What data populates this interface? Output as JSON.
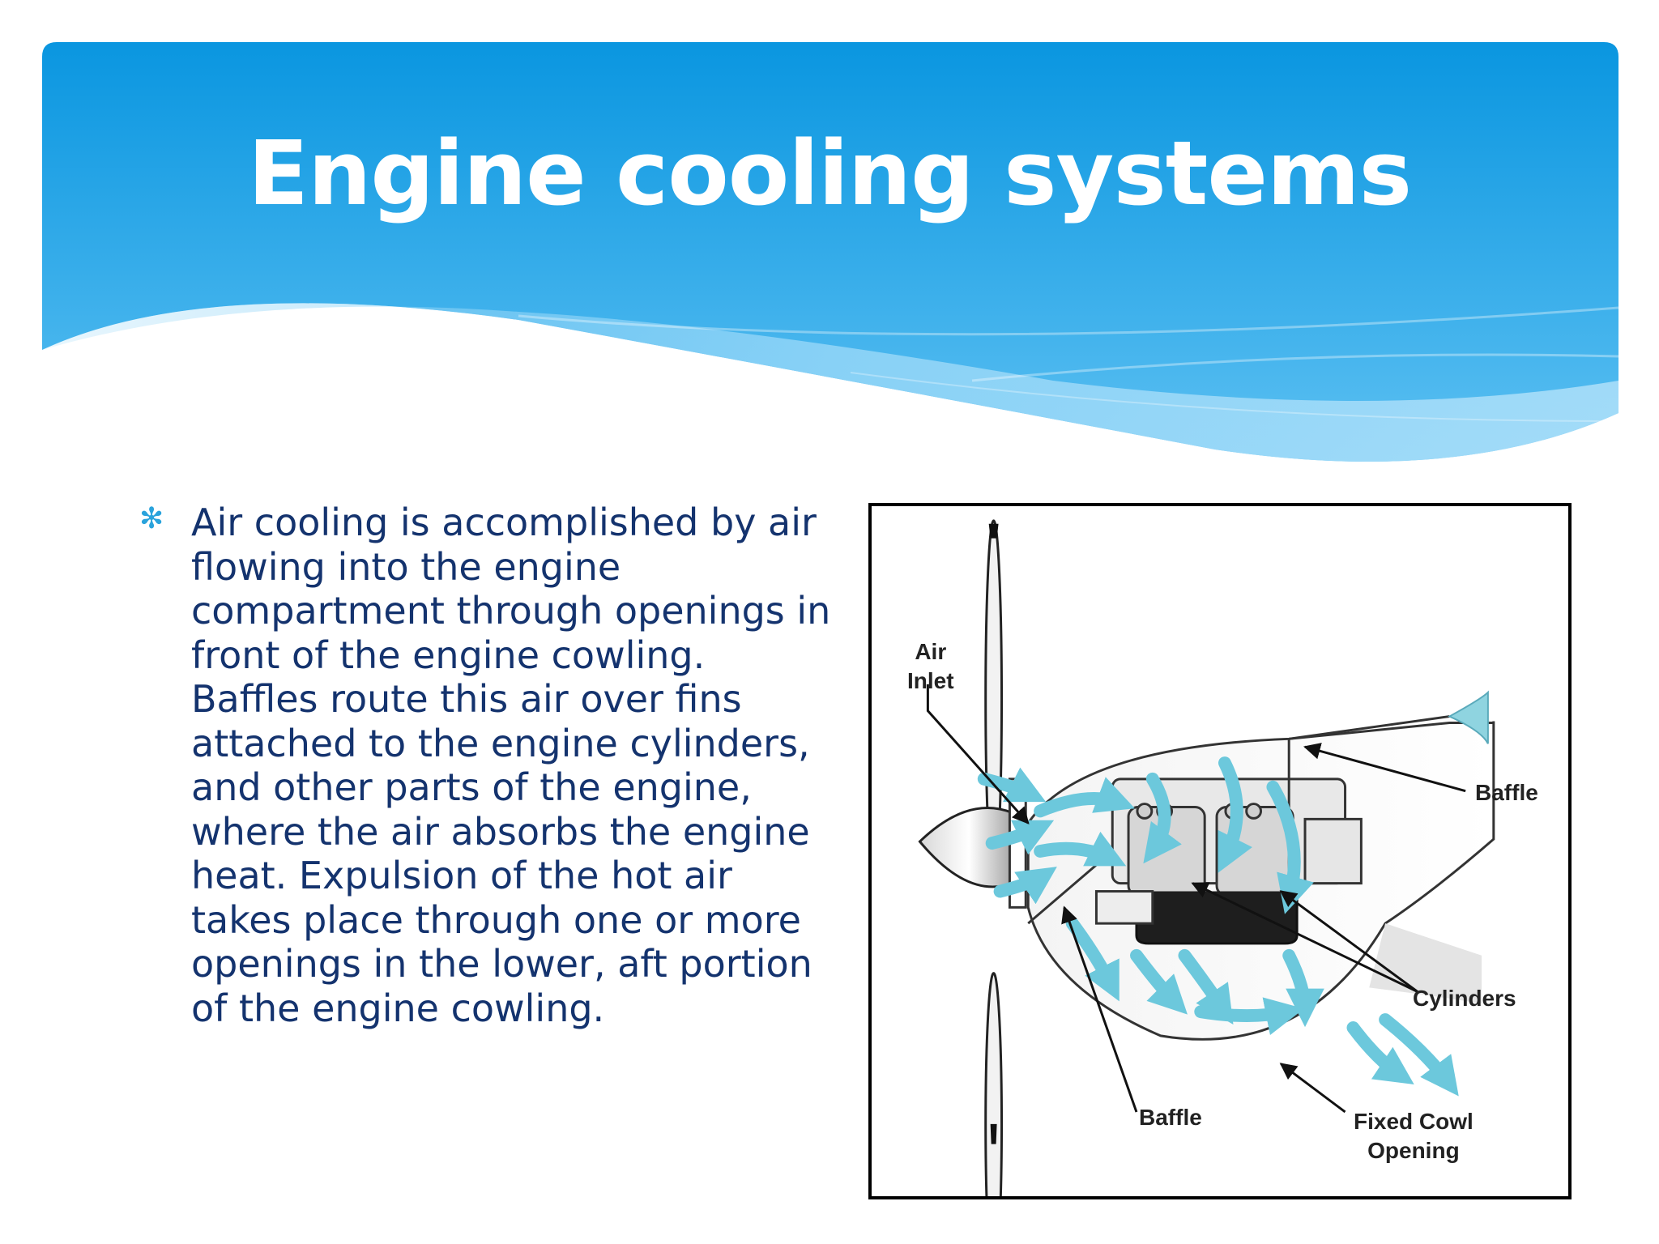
{
  "slide": {
    "title": "Engine cooling systems",
    "bullet_icon": "asterisk-bullet-icon",
    "bullet_text": "Air cooling is accomplished by air flowing into the engine compartment through openings in front of the engine cowling. Baffles route this air over fins attached to the engine cylinders, and other parts of the engine, where the air absorbs the engine heat. Expulsion of the hot air takes place through one or more openings in the lower, aft portion of the engine cowling."
  },
  "figure": {
    "labels": {
      "air_inlet_1": "Air",
      "air_inlet_2": "Inlet",
      "baffle_top": "Baffle",
      "cylinders": "Cylinders",
      "baffle_bottom": "Baffle",
      "fixed_cowl_1": "Fixed Cowl",
      "fixed_cowl_2": "Opening"
    }
  },
  "colors": {
    "header_top": "#0a96e0",
    "header_bottom": "#5cc0f2",
    "title": "#ffffff",
    "bullet_text": "#14336e",
    "bullet_mark": "#2aa3dc",
    "airflow": "#6cc8dc"
  }
}
